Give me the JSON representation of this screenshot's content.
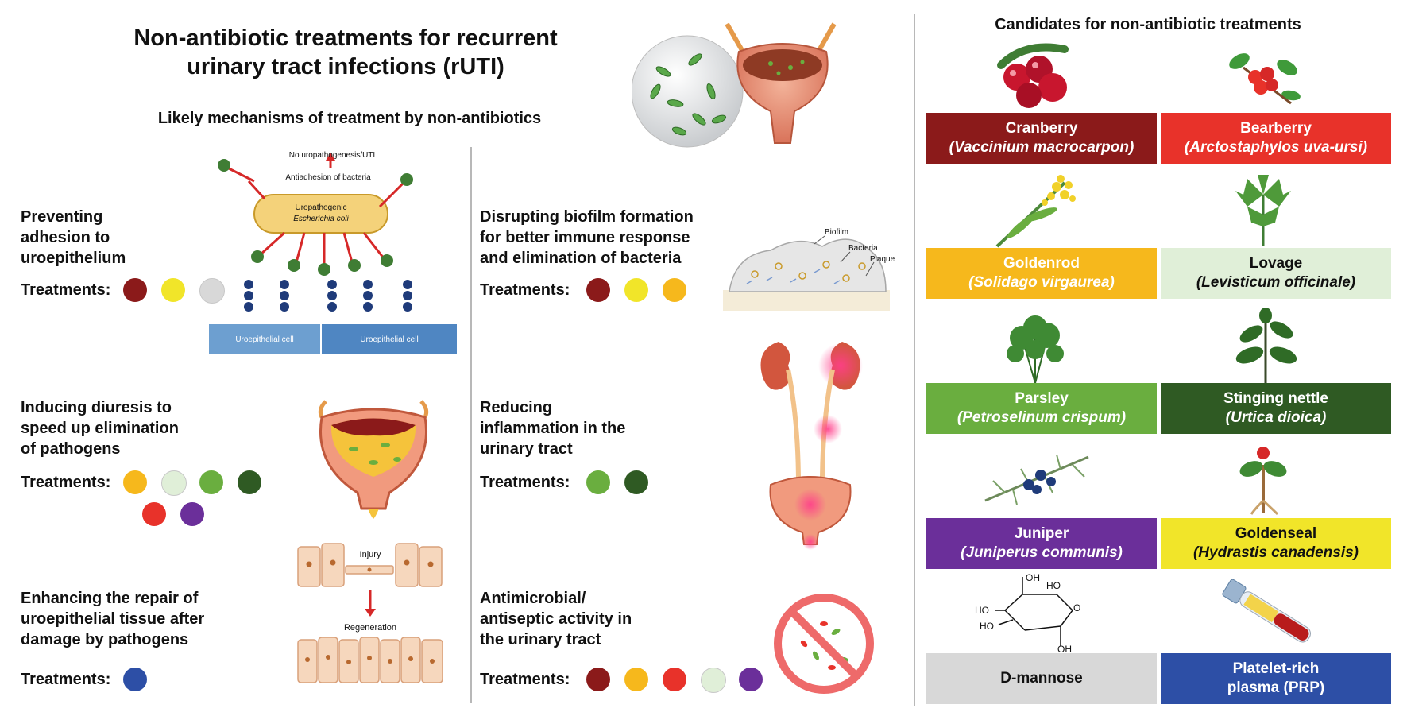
{
  "title_line1": "Non-antibiotic treatments for recurrent",
  "title_line2": "urinary tract infections (rUTI)",
  "subtitle": "Likely mechanisms of treatment by non-antibiotics",
  "candidates_title": "Candidates for non-antibiotic treatments",
  "treatments_label": "Treatments:",
  "colors": {
    "cranberry": "#8b1a1a",
    "bearberry": "#e8322a",
    "goldenrod": "#f6b81c",
    "lovage": "#e0efd8",
    "parsley": "#6aae3f",
    "nettle": "#2f5a23",
    "juniper": "#6b2f9a",
    "goldenseal": "#f1e529",
    "dmannose": "#d8d8d8",
    "prp": "#2d4fa6"
  },
  "mechanisms": {
    "adhesion": {
      "l1": "Preventing",
      "l2": "adhesion to",
      "l3": "uroepithelium",
      "dots": [
        "cranberry",
        "goldenseal",
        "dmannose"
      ]
    },
    "diuresis": {
      "l1": "Inducing diuresis to",
      "l2": "speed up elimination",
      "l3": "of pathogens",
      "dots": [
        "goldenrod",
        "lovage",
        "parsley",
        "nettle",
        "bearberry",
        "juniper"
      ]
    },
    "repair": {
      "l1": "Enhancing the repair of",
      "l2": "uroepithelial tissue after",
      "l3": "damage by pathogens",
      "dots": [
        "prp"
      ]
    },
    "biofilm": {
      "l1": "Disrupting biofilm formation",
      "l2": "for better immune response",
      "l3": "and elimination of bacteria",
      "dots": [
        "cranberry",
        "goldenseal",
        "goldenrod"
      ]
    },
    "inflammation": {
      "l1": "Reducing",
      "l2": "inflammation in the",
      "l3": "urinary tract",
      "dots": [
        "parsley",
        "nettle"
      ]
    },
    "antimicrobial": {
      "l1": "Antimicrobial/",
      "l2": "antiseptic activity in",
      "l3": "the urinary tract",
      "dots": [
        "cranberry",
        "goldenrod",
        "bearberry",
        "lovage",
        "juniper"
      ]
    }
  },
  "adhesion_diagram": {
    "no_pathogenesis": "No uropathogenesis/UTI",
    "antiadhesion": "Antiadhesion of bacteria",
    "bacterium_l1": "Uropathogenic",
    "bacterium_l2": "Escherichia coli",
    "cell1": "Uroepithelial cell",
    "cell2": "Uroepithelial cell"
  },
  "biofilm_diagram": {
    "biofilm": "Biofilm",
    "bacteria": "Bacteria",
    "plaque": "Plaque"
  },
  "repair_diagram": {
    "injury": "Injury",
    "regeneration": "Regeneration"
  },
  "mannose_labels": {
    "oh_top": "OH",
    "ho_right": "HO",
    "o_ring": "O",
    "ho_left1": "HO",
    "ho_left2": "HO",
    "oh_bottom": "OH"
  },
  "candidates": [
    {
      "key": "cranberry",
      "name": "Cranberry",
      "sci": "(Vaccinium macrocarpon)",
      "bg": "#8b1a1a",
      "fg": "#ffffff"
    },
    {
      "key": "bearberry",
      "name": "Bearberry",
      "sci": "(Arctostaphylos uva-ursi)",
      "bg": "#e8322a",
      "fg": "#ffffff"
    },
    {
      "key": "goldenrod",
      "name": "Goldenrod",
      "sci": "(Solidago virgaurea)",
      "bg": "#f6b81c",
      "fg": "#ffffff"
    },
    {
      "key": "lovage",
      "name": "Lovage",
      "sci": "(Levisticum officinale)",
      "bg": "#e0efd8",
      "fg": "#111111"
    },
    {
      "key": "parsley",
      "name": "Parsley",
      "sci": "(Petroselinum crispum)",
      "bg": "#6aae3f",
      "fg": "#ffffff"
    },
    {
      "key": "nettle",
      "name": "Stinging nettle",
      "sci": "(Urtica dioica)",
      "bg": "#2f5a23",
      "fg": "#ffffff"
    },
    {
      "key": "juniper",
      "name": "Juniper",
      "sci": "(Juniperus communis)",
      "bg": "#6b2f9a",
      "fg": "#ffffff"
    },
    {
      "key": "goldenseal",
      "name": "Goldenseal",
      "sci": "(Hydrastis canadensis)",
      "bg": "#f1e529",
      "fg": "#111111"
    },
    {
      "key": "dmannose",
      "name": "D-mannose",
      "sci": "",
      "bg": "#d8d8d8",
      "fg": "#111111"
    },
    {
      "key": "prp",
      "name": "Platelet-rich",
      "sci": "plasma (PRP)",
      "bg": "#2d4fa6",
      "fg": "#ffffff"
    }
  ]
}
